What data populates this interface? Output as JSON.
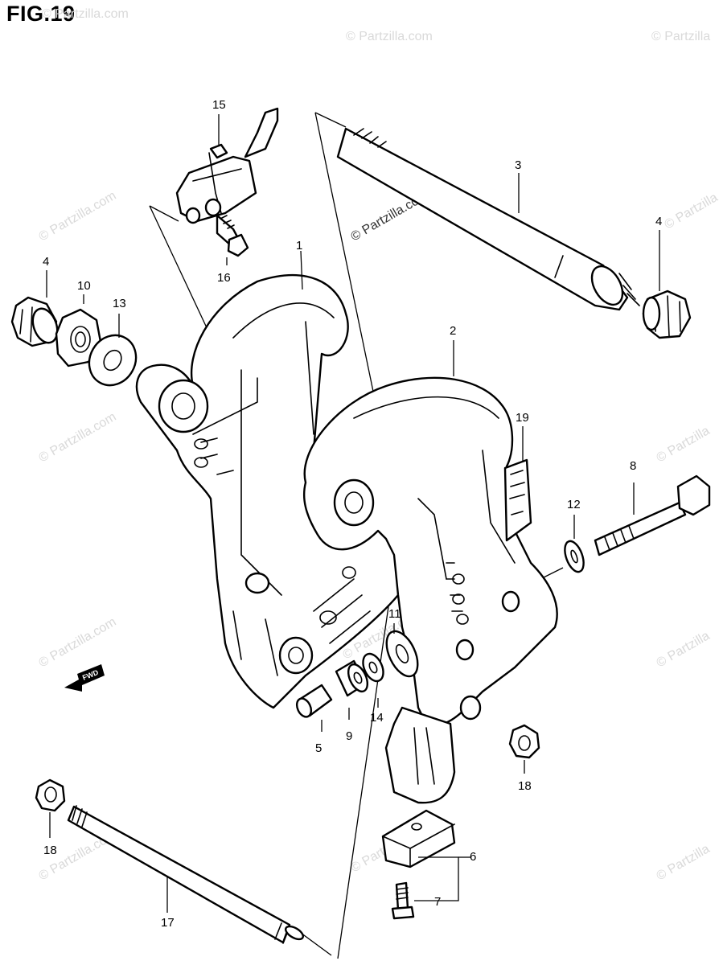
{
  "figure": {
    "title": "FIG.19"
  },
  "watermark": {
    "text": "© Partzilla.com",
    "short_text": "© Partzilla",
    "center_text": "© Partzilla.com"
  },
  "fwd_arrow": {
    "label": "FWD"
  },
  "callouts": [
    {
      "id": "c1",
      "label": "1"
    },
    {
      "id": "c2",
      "label": "2"
    },
    {
      "id": "c3",
      "label": "3"
    },
    {
      "id": "c4a",
      "label": "4"
    },
    {
      "id": "c4b",
      "label": "4"
    },
    {
      "id": "c5",
      "label": "5"
    },
    {
      "id": "c6",
      "label": "6"
    },
    {
      "id": "c7",
      "label": "7"
    },
    {
      "id": "c8",
      "label": "8"
    },
    {
      "id": "c9",
      "label": "9"
    },
    {
      "id": "c10",
      "label": "10"
    },
    {
      "id": "c11",
      "label": "11"
    },
    {
      "id": "c12",
      "label": "12"
    },
    {
      "id": "c13",
      "label": "13"
    },
    {
      "id": "c14",
      "label": "14"
    },
    {
      "id": "c15",
      "label": "15"
    },
    {
      "id": "c16",
      "label": "16"
    },
    {
      "id": "c17",
      "label": "17"
    },
    {
      "id": "c18a",
      "label": "18"
    },
    {
      "id": "c18b",
      "label": "18"
    },
    {
      "id": "c19",
      "label": "19"
    }
  ]
}
